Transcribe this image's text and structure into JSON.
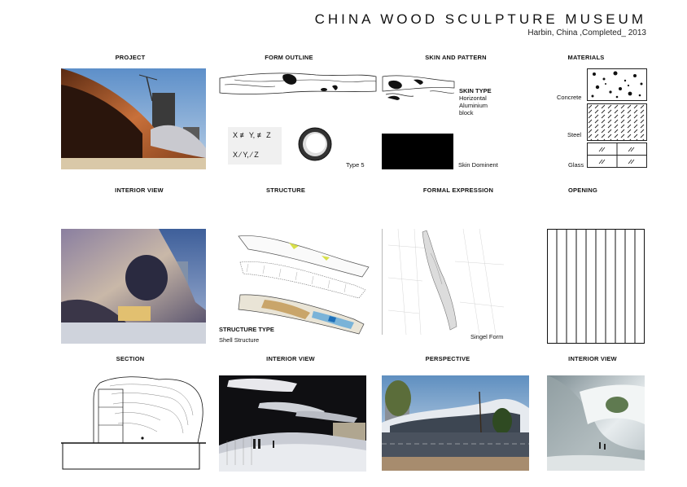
{
  "header": {
    "title": "CHINA WOOD SCULPTURE MUSEUM",
    "subtitle": "Harbin, China ,Completed_ 2013"
  },
  "sections": {
    "project": "PROJECT",
    "form_outline": "FORM OUTLINE",
    "skin_and_pattern": "SKIN AND PATTERN",
    "materials": "MATERIALS",
    "interior_view_1": "INTERIOR VIEW",
    "structure": "STRUCTURE",
    "formal_expression": "FORMAL EXPRESSION",
    "opening": "OPENING",
    "section": "SECTION",
    "interior_view_2": "INTERIOR VIEW",
    "perspective": "PERSPECTIVE",
    "interior_view_3": "INTERIOR VIEW"
  },
  "form_outline": {
    "symmetry_row1": "X  ≢  Y,  ≢  Z",
    "symmetry_row2": "X  ⁄  Y,  ⁄  Z",
    "type_label": "Type 5"
  },
  "skin": {
    "type_heading": "SKIN TYPE",
    "type_line1": "Horizontal",
    "type_line2": "Aluminium",
    "type_line3": "block",
    "dominance": "Skin Dominent"
  },
  "materials": {
    "concrete": "Concrete",
    "steel": "Steel",
    "glass": "Glass"
  },
  "structure": {
    "type_heading": "STRUCTURE TYPE",
    "type_value": "Shell Structure"
  },
  "formal_expression": {
    "caption": "Singel Form"
  }
}
